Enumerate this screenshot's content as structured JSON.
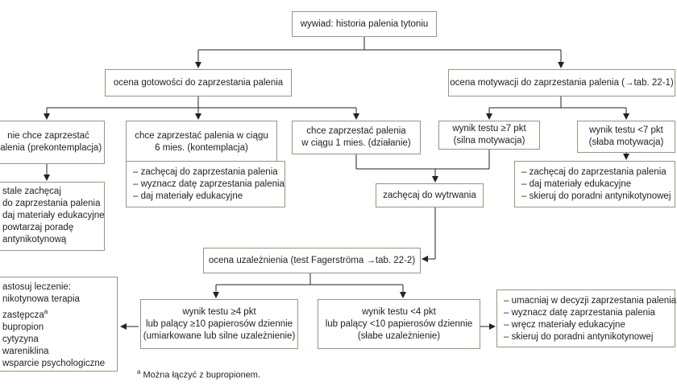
{
  "nodes": {
    "history": "wywiad: historia palenia tytoniu",
    "readiness": "ocena gotowości do zaprzestania palenia",
    "motivation": "ocena motywacji do zaprzestania palenia (→tab. 22-1)",
    "no_quit": [
      "nie chce zaprzestać",
      "palenia (prekontemplacja)"
    ],
    "quit_6m": [
      "chce zaprzestać palenia w ciągu",
      "6 mies. (kontemplacja)"
    ],
    "quit_1m": [
      "chce zaprzestać palenia",
      "w ciągu 1 mies. (działanie)"
    ],
    "high_mot": [
      "wynik testu ≥7 pkt",
      "(silna motywacja)"
    ],
    "low_mot": [
      "wynik testu <7 pkt",
      "(słaba motywacja)"
    ],
    "encourage": "zachęcaj do wytrwania",
    "dependence": "ocena uzależnienia (test Fagerströma →tab. 22-2)",
    "high_dep": [
      "wynik testu ≥4 pkt",
      "lub palący ≥10 papierosów dziennie",
      "(umiarkowane lub silne uzależnienie)"
    ],
    "low_dep": [
      "wynik testu <4 pkt",
      "lub palący <10 papierosów dziennie",
      "(słabe uzależnienie)"
    ]
  },
  "lists": {
    "precontemplation": [
      "stale zachęcaj",
      "do zaprzestania palenia",
      "daj materiały edukacyjne",
      "powtarzaj poradę",
      "antynikotynową"
    ],
    "contemplation": [
      "– zachęcaj do zaprzestania palenia",
      "– wyznacz datę zaprzestania palenia",
      "– daj materiały edukacyjne"
    ],
    "weak_motivation": [
      "– zachęcaj do zaprzestania palenia",
      "– daj materiały edukacyjne",
      "– skieruj do poradni antynikotynowej"
    ],
    "treatment_title": "astosuj leczenie:",
    "treatment": [
      "nikotynowa terapia",
      "zastępcza",
      "bupropion",
      "cytyzyna",
      "wareniklina",
      "wsparcie psychologiczne"
    ],
    "treatment_sup": "a",
    "weak_dependence": [
      "– umacniaj w decyzji zaprzestania palenia",
      "– wyznacz datę zaprzestania palenia",
      "– wręcz materiały edukacyjne",
      "– skieruj do poradni antynikotynowej"
    ]
  },
  "footnote": {
    "mark": "a",
    "text": "Można łączyć z bupropionem."
  }
}
